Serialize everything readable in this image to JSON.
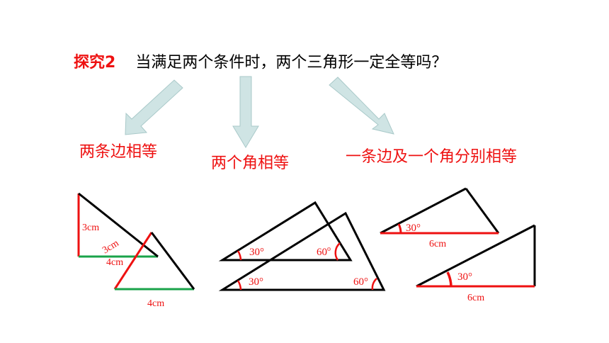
{
  "header": {
    "tag": "探究2",
    "question": "当满足两个条件时，两个三角形一定全等吗？"
  },
  "categories": [
    {
      "label": "两条边相等"
    },
    {
      "label": "两个角相等"
    },
    {
      "label": "一条边及一个角分别相等"
    }
  ],
  "colors": {
    "accent_red": "#ee1111",
    "arrow_fill": "#cfe4e4",
    "arrow_stroke": "#a9c9c9",
    "green": "#1aa34a"
  },
  "figures": {
    "two_sides": {
      "side_a": "3cm",
      "side_a_slanted": "3cm",
      "side_b": "4cm",
      "side_b_second": "4cm"
    },
    "two_angles": {
      "angle_a_top": "30°",
      "angle_b_top": "60",
      "angle_b_degree_mark": "o",
      "angle_a_bottom": "30°",
      "angle_b_bottom": "60°"
    },
    "side_angle": {
      "angle_top": "30°",
      "side_top": "6cm",
      "angle_bottom": "30°",
      "side_bottom": "6cm"
    }
  }
}
